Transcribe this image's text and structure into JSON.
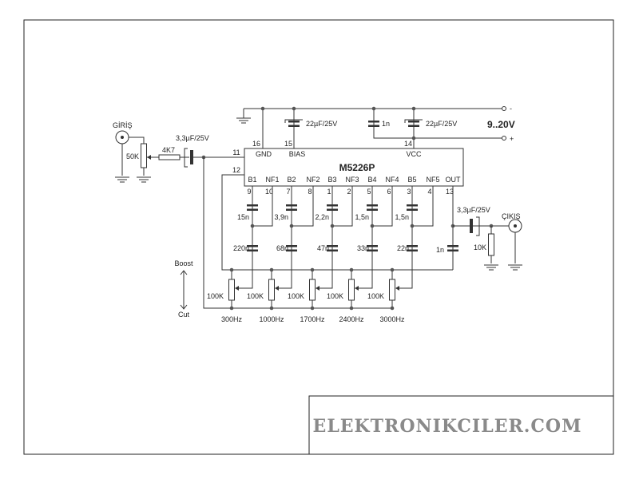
{
  "ic": {
    "name": "M5226P",
    "gnd": "GND",
    "bias": "BIAS",
    "vcc": "VCC",
    "pin16": "16",
    "pin15": "15",
    "pin14": "14",
    "pin11": "11",
    "pin12": "12",
    "bottom_pins": [
      {
        "label": "B1",
        "num": "9"
      },
      {
        "label": "NF1",
        "num": "10"
      },
      {
        "label": "B2",
        "num": "7"
      },
      {
        "label": "NF2",
        "num": "8"
      },
      {
        "label": "B3",
        "num": "1"
      },
      {
        "label": "NF3",
        "num": "2"
      },
      {
        "label": "B4",
        "num": "5"
      },
      {
        "label": "NF4",
        "num": "6"
      },
      {
        "label": "B5",
        "num": "3"
      },
      {
        "label": "NF5",
        "num": "4"
      },
      {
        "label": "OUT",
        "num": "13"
      }
    ]
  },
  "power": {
    "supply": "9..20V",
    "minus": "-",
    "plus": "+",
    "bias_cap": "22µF/25V",
    "decoupling_cap": "1n",
    "vcc_cap": "22µF/25V"
  },
  "input": {
    "label": "GİRİŞ",
    "pot": "50K",
    "resistor": "4K7",
    "cap": "3,3µF/25V"
  },
  "output": {
    "label": "ÇIKIŞ",
    "cap": "3,3µF/25V",
    "resistor": "10K",
    "filter_cap": "1n"
  },
  "bands": [
    {
      "upper_cap": "15n",
      "lower_cap": "220n",
      "pot": "100K",
      "freq": "300Hz"
    },
    {
      "upper_cap": "3,9n",
      "lower_cap": "68n",
      "pot": "100K",
      "freq": "1000Hz"
    },
    {
      "upper_cap": "2,2n",
      "lower_cap": "47n",
      "pot": "100K",
      "freq": "1700Hz"
    },
    {
      "upper_cap": "1,5n",
      "lower_cap": "33n",
      "pot": "100K",
      "freq": "2400Hz"
    },
    {
      "upper_cap": "1,5n",
      "lower_cap": "22n",
      "pot": "100K",
      "freq": "3000Hz"
    }
  ],
  "control": {
    "boost": "Boost",
    "cut": "Cut"
  },
  "logo": {
    "text": "ELEKTRONIKCILER.COM"
  }
}
